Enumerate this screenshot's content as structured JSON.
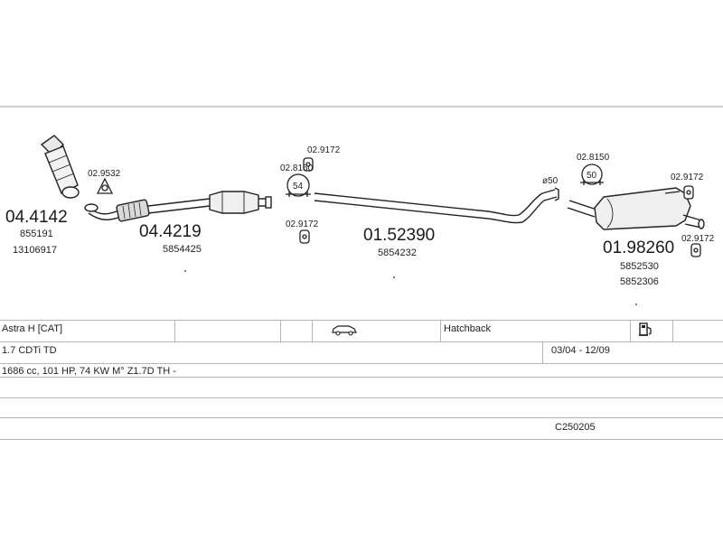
{
  "parts": {
    "front_pipe": {
      "code": "04.4142",
      "refs": [
        "855191",
        "13106917"
      ]
    },
    "gasket_front": {
      "code": "02.9532"
    },
    "catalyst": {
      "code": "04.4219",
      "refs": [
        "5854425"
      ]
    },
    "clamp_mid": {
      "code": "02.8150",
      "size": "54"
    },
    "hanger_mid_top": {
      "code": "02.9172"
    },
    "hanger_mid_bottom": {
      "code": "02.9172"
    },
    "middle_pipe": {
      "code": "01.52390",
      "refs": [
        "5854232"
      ]
    },
    "diameter_mark": "ø50",
    "clamp_rear": {
      "code": "02.8150",
      "size": "50"
    },
    "hanger_rear_top": {
      "code": "02.9172"
    },
    "hanger_rear_bottom": {
      "code": "02.9172"
    },
    "rear_silencer": {
      "code": "01.98260",
      "refs": [
        "5852530",
        "5852306"
      ]
    }
  },
  "table": {
    "model": "Astra H  [CAT]",
    "body_type": "Hatchback",
    "engine": "1.7 CDTi TD",
    "production": "03/04 - 12/09",
    "spec": "1686 cc, 101 HP, 74 KW M° Z1.7D TH -",
    "catalog_no": "C250205"
  },
  "icons": [
    "car-icon",
    "fuel-pump-icon"
  ]
}
